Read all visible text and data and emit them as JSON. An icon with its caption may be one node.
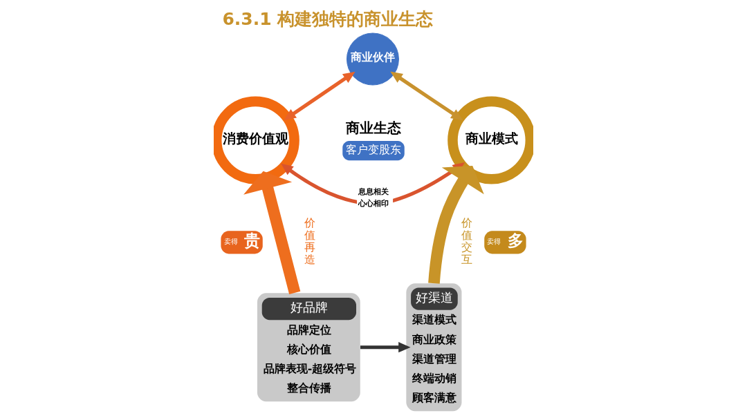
{
  "diagram": {
    "title": "6.3.1 构建独特的商业生态",
    "nodes": [
      {
        "text": [
          "商业伙伴"
        ]
      },
      {
        "text": [
          "商业生态",
          "客户变股东"
        ]
      },
      {
        "text": [
          "消费价值观"
        ]
      },
      {
        "text": [
          "商业模式"
        ]
      },
      {
        "text": [
          "卖得",
          "贵"
        ]
      },
      {
        "text": [
          "卖得",
          "多"
        ]
      },
      {
        "text": [
          "好品牌",
          "品牌定位",
          "核心价值",
          "品牌表现-超级符号",
          "整合传播"
        ]
      },
      {
        "text": [
          "好渠道",
          "渠道模式",
          "商业政策",
          "渠道管理",
          "终端动销",
          "顾客满意"
        ]
      }
    ],
    "edges": [
      {
        "from": 2,
        "to": 0,
        "arrow": "both",
        "color": "#e8622a"
      },
      {
        "from": 3,
        "to": 0,
        "arrow": "both",
        "color": "#c8922e"
      },
      {
        "from": 2,
        "to": 3,
        "arrow": "both",
        "label": "息息相关心心相印",
        "color": "#d9542e"
      },
      {
        "from": 6,
        "to": 2,
        "arrow": "to",
        "label": "价值再造",
        "style": "thick",
        "color": "#ee6e1e"
      },
      {
        "from": 7,
        "to": 3,
        "arrow": "to",
        "label": "价值交互",
        "style": "thick",
        "color": "#c89428"
      },
      {
        "from": 6,
        "to": 7,
        "arrow": "to",
        "color": "#333333"
      }
    ]
  }
}
